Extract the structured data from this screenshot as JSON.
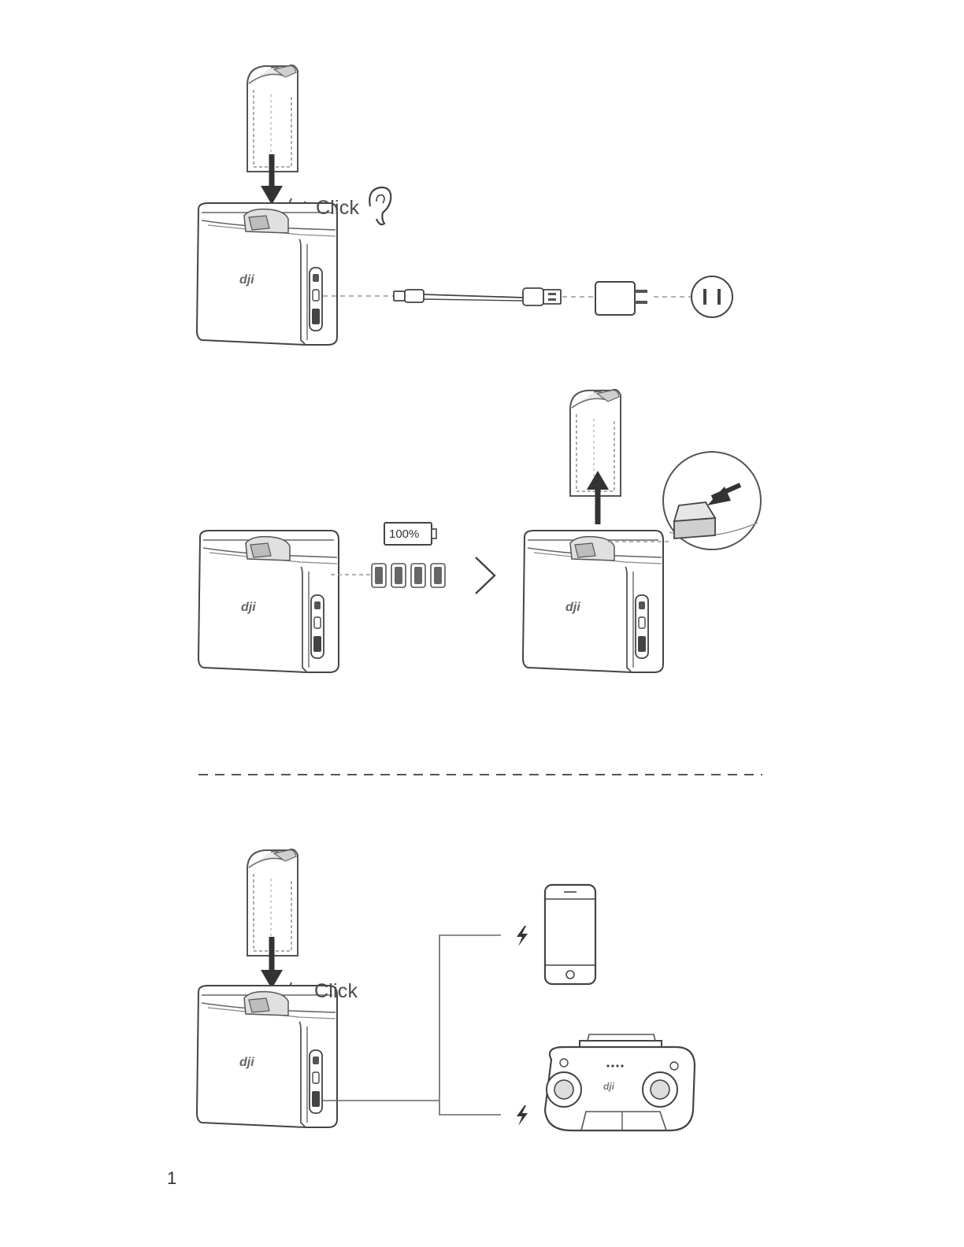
{
  "page": {
    "number": "1"
  },
  "step1": {
    "click_label": "Click",
    "icons": [
      "battery-insert-arrow-icon",
      "hub-icon",
      "usb-cable-icon",
      "power-adapter-icon",
      "wall-outlet-icon",
      "ear-icon"
    ]
  },
  "step2": {
    "battery_percent_label": "100%",
    "led_count": 4,
    "icons": [
      "battery-full-icon",
      "led-indicator-icon",
      "next-chevron-icon",
      "battery-release-arrow-icon",
      "release-button-zoom-icon"
    ]
  },
  "step3": {
    "click_label": "Click",
    "icons": [
      "battery-insert-arrow-icon",
      "hub-icon",
      "phone-icon",
      "remote-controller-icon",
      "charging-bolt-icon"
    ]
  }
}
